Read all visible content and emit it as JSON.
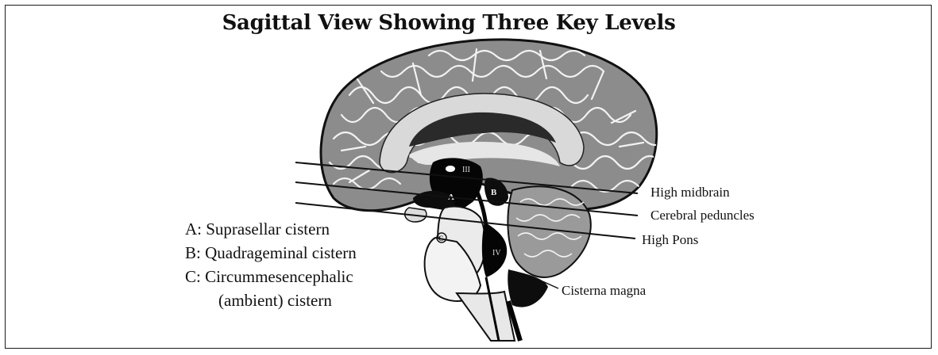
{
  "title": "Sagittal View Showing Three Key Levels",
  "legend": {
    "a": "A: Suprasellar cistern",
    "b": "B: Quadrageminal cistern",
    "c_line1": "C: Circummesencephalic",
    "c_line2": "(ambient) cistern"
  },
  "levels": {
    "high_midbrain": "High midbrain",
    "cerebral_peduncles": "Cerebral peduncles",
    "high_pons": "High Pons",
    "cisterna_magna": "Cisterna magna"
  },
  "markers": {
    "third_ventricle": "III",
    "fourth_ventricle": "IV",
    "a": "A",
    "b": "B",
    "c": "C"
  }
}
